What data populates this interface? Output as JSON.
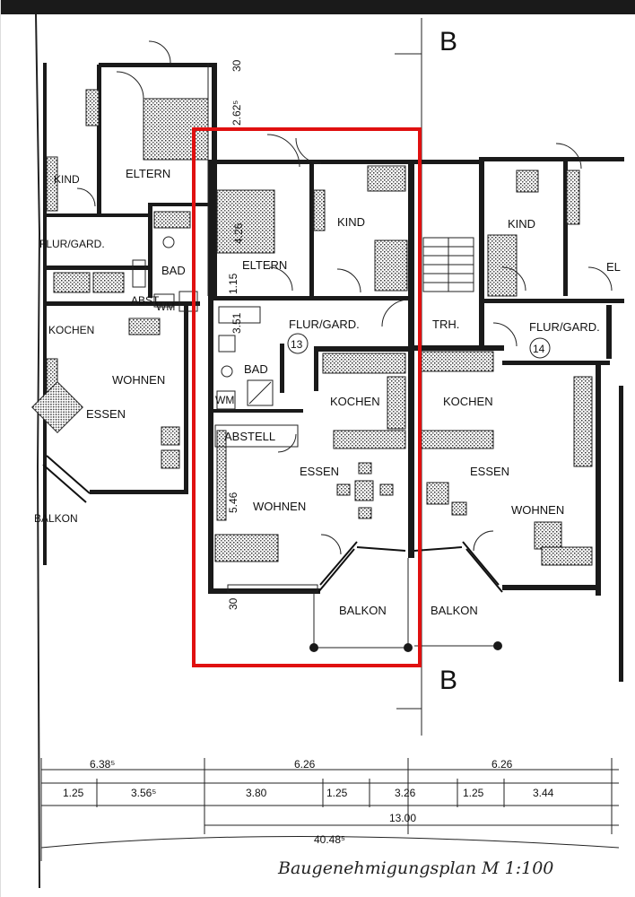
{
  "plan": {
    "axis_label_top": "B",
    "axis_label_bottom": "B",
    "unit_13_number": "13",
    "unit_14_number": "14",
    "caption": "Baugenehmigungsplan M 1:100",
    "highlight_color": "#e01010",
    "rooms": {
      "kind_left": "KIND",
      "eltern_left": "ELTERN",
      "flur_left": "FLUR/GARD.",
      "bad_left": "BAD",
      "abst_left": "ABST",
      "wm_left": "WM",
      "kochen_left": "KOCHEN",
      "wohnen_left": "WOHNEN",
      "essen_left": "ESSEN",
      "balkon_left": "BALKON",
      "eltern_13": "ELTERN",
      "kind_13": "KIND",
      "flur_13": "FLUR/GARD.",
      "bad_13": "BAD",
      "wm_13": "WM",
      "abstell_13": "ABSTELL",
      "kochen_13": "KOCHEN",
      "essen_13": "ESSEN",
      "wohnen_13": "WOHNEN",
      "balkon_13": "BALKON",
      "trh": "TRH.",
      "kind_14": "KIND",
      "eltern_14": "EL",
      "flur_14": "FLUR/GARD.",
      "kochen_14": "KOCHEN",
      "essen_14": "ESSEN",
      "wohnen_14": "WOHNEN",
      "balkon_14": "BALKON"
    },
    "dimensions": {
      "vertical_top": "2.62⁵",
      "vertical_30_top": "30",
      "vertical_426": "4.26",
      "vertical_115": "1.15",
      "vertical_351": "3.51",
      "vertical_546": "5.46",
      "vertical_30_bottom": "30",
      "row1_left": "6.38⁵",
      "row1_mid": "6.26",
      "row1_right": "6.26",
      "row2_a": "1.25",
      "row2_b": "3.56⁵",
      "row2_c": "3.80",
      "row2_d": "1.25",
      "row2_e": "3.26",
      "row2_f": "1.25",
      "row2_g": "3.44",
      "row3_total": "13.00",
      "row4_total": "40.48⁵"
    }
  }
}
